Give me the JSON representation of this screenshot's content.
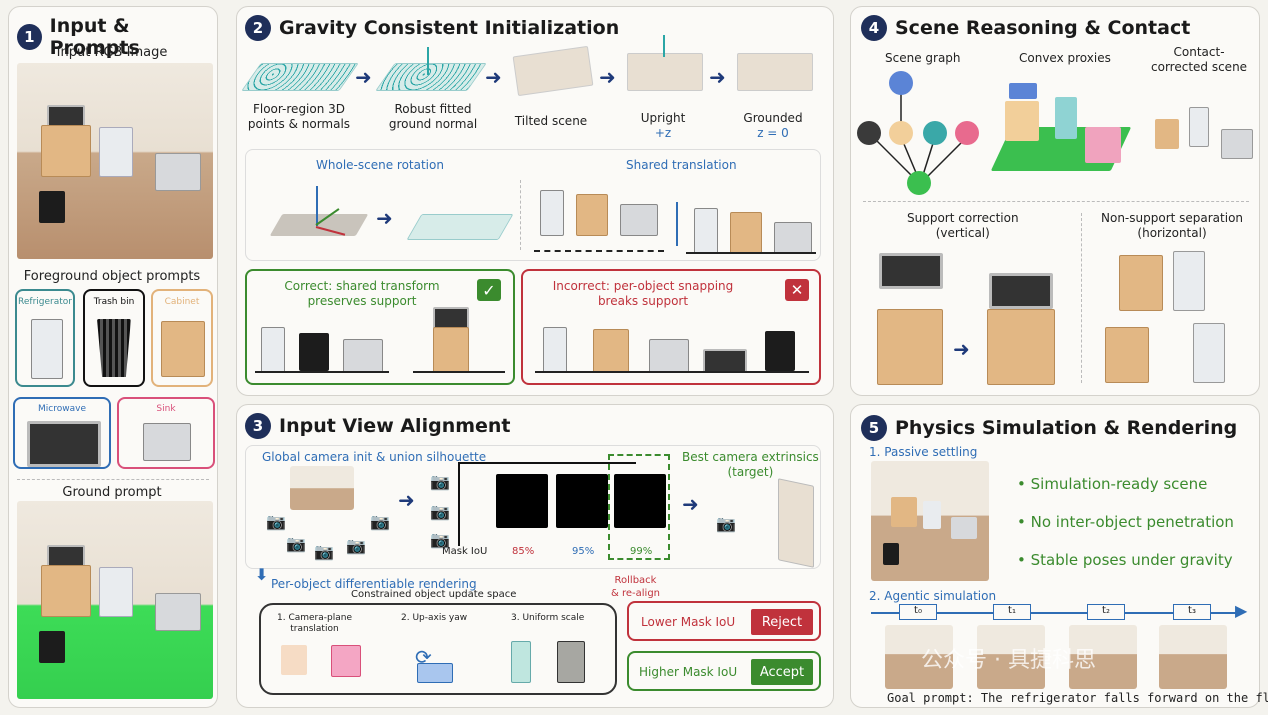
{
  "panel1": {
    "number": "1",
    "title": "Input & Prompts",
    "input_label": "Input RGB Image",
    "fg_label": "Foreground object prompts",
    "prompts": [
      {
        "label": "Refrigerator",
        "color": "#3b8a8f"
      },
      {
        "label": "Trash bin",
        "color": "#111111"
      },
      {
        "label": "Cabinet",
        "color": "#e2b27a"
      },
      {
        "label": "Microwave",
        "color": "#2f6db5"
      },
      {
        "label": "Sink",
        "color": "#d9507a"
      }
    ],
    "ground_label": "Ground prompt"
  },
  "panel2": {
    "number": "2",
    "title": "Gravity Consistent Initialization",
    "steps": [
      {
        "line1": "Floor-region 3D",
        "line2": "points & normals",
        "sub": ""
      },
      {
        "line1": "Robust fitted",
        "line2": "ground normal",
        "sub": ""
      },
      {
        "line1": "Tilted scene",
        "line2": "",
        "sub": ""
      },
      {
        "line1": "Upright",
        "line2": "",
        "sub": "+z"
      },
      {
        "line1": "Grounded",
        "line2": "",
        "sub": "z = 0"
      }
    ],
    "whole_rotation": "Whole-scene rotation",
    "shared_translation": "Shared translation",
    "correct_line1": "Correct: shared transform",
    "correct_line2": "preserves support",
    "correct_mark": "✓",
    "incorrect_line1": "Incorrect: per-object snapping",
    "incorrect_line2": "breaks support",
    "incorrect_mark": "✕"
  },
  "panel3": {
    "number": "3",
    "title": "Input View Alignment",
    "global_label": "Global camera init & union silhouette",
    "best_line1": "Best camera extrinsics",
    "best_line2": "(target)",
    "mask_iou_label": "Mask IoU",
    "ious": [
      "85%",
      "95%",
      "99%"
    ],
    "per_object": "Per-object differentiable rendering",
    "constrained": "Constrained object update space",
    "rollback_line1": "Rollback",
    "rollback_line2": "& re-align",
    "ops": [
      {
        "line1": "1. Camera-plane",
        "line2": "translation"
      },
      {
        "line1": "2. Up-axis yaw",
        "line2": ""
      },
      {
        "line1": "3. Uniform scale",
        "line2": ""
      }
    ],
    "lower": "Lower Mask IoU",
    "reject": "Reject",
    "higher": "Higher Mask IoU",
    "accept": "Accept"
  },
  "panel4": {
    "number": "4",
    "title": "Scene Reasoning & Contact",
    "scene_graph": "Scene graph",
    "convex": "Convex proxies",
    "contact_line1": "Contact-",
    "contact_line2": "corrected scene",
    "support_line1": "Support correction",
    "support_line2": "(vertical)",
    "nonsupport_line1": "Non-support separation",
    "nonsupport_line2": "(horizontal)",
    "node_colors": [
      "#5b84d6",
      "#3a3a3a",
      "#f2cf9a",
      "#3aa8a8",
      "#e86a8e",
      "#3bbf4f"
    ]
  },
  "panel5": {
    "number": "5",
    "title": "Physics Simulation & Rendering",
    "passive": "1. Passive settling",
    "bullets": [
      "Simulation-ready scene",
      "No inter-object penetration",
      "Stable poses under gravity"
    ],
    "agentic": "2. Agentic simulation",
    "times": [
      "t₀",
      "t₁",
      "t₂",
      "t₃"
    ],
    "goal": "Goal prompt: The refrigerator falls forward on the floor.",
    "watermark": "公众号 · 具捷科思"
  }
}
